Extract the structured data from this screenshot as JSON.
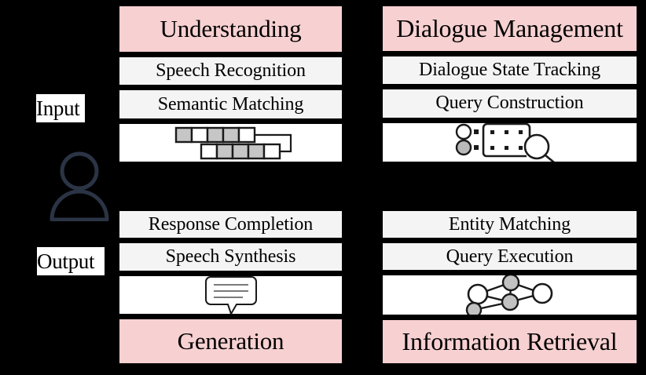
{
  "figure": {
    "background": "#000000",
    "accent_title": "#f7d0d1",
    "accent_step": "#f4f4f4",
    "person_color": "#2b3445"
  },
  "io": {
    "input_label": "Input",
    "output_label": "Output",
    "avatar_icon": "person-icon"
  },
  "panels": [
    {
      "id": "understanding",
      "title": "Understanding",
      "title_position": "top",
      "steps": [
        "Speech Recognition",
        "Semantic Matching"
      ],
      "icon": "semantic-matching-icon"
    },
    {
      "id": "dialogue-management",
      "title": "Dialogue Management",
      "title_position": "top",
      "steps": [
        "Dialogue State Tracking",
        "Query Construction"
      ],
      "icon": "query-construction-icon"
    },
    {
      "id": "generation",
      "title": "Generation",
      "title_position": "bottom",
      "steps": [
        "Response Completion",
        "Speech Synthesis"
      ],
      "icon": "speech-bubble-icon"
    },
    {
      "id": "information-retrieval",
      "title": "Information Retrieval",
      "title_position": "bottom",
      "steps": [
        "Entity Matching",
        "Query Execution"
      ],
      "icon": "knowledge-graph-icon"
    }
  ]
}
